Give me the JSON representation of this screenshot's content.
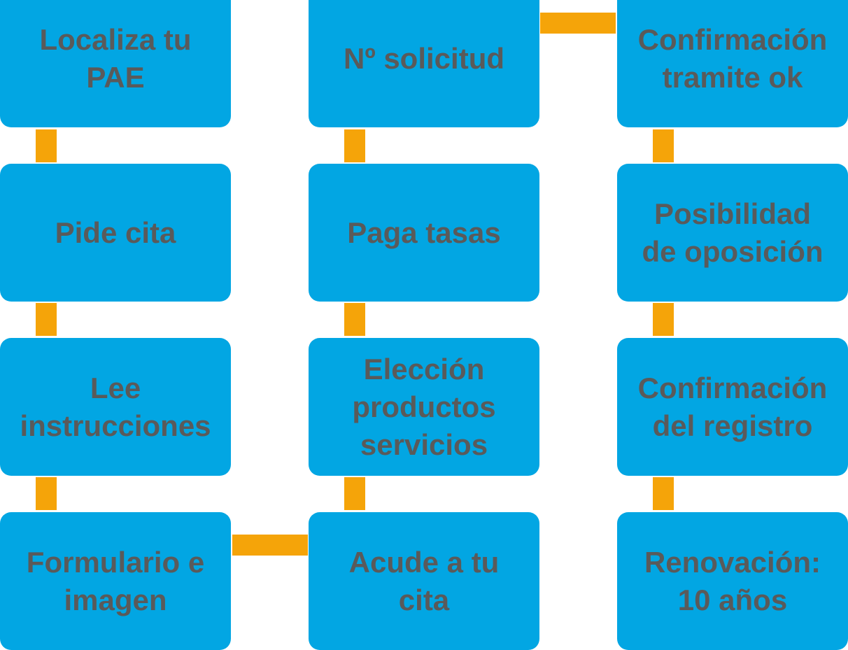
{
  "diagram": {
    "colors": {
      "node_fill": "#02a6e3",
      "node_text": "#5a5a5a",
      "connector": "#f5a409"
    },
    "steps": [
      {
        "label": "Localiza tu\nPAE"
      },
      {
        "label": "Pide cita"
      },
      {
        "label": "Lee\ninstrucciones"
      },
      {
        "label": "Formulario e\nimagen"
      },
      {
        "label": "Acude a tu\ncita"
      },
      {
        "label": "Elección\nproductos\nservicios"
      },
      {
        "label": "Paga tasas"
      },
      {
        "label": "Nº solicitud"
      },
      {
        "label": "Confirmación\ntramite ok"
      },
      {
        "label": "Posibilidad\nde oposición"
      },
      {
        "label": "Confirmación\ndel registro"
      },
      {
        "label": "Renovación:\n10 años"
      }
    ]
  }
}
